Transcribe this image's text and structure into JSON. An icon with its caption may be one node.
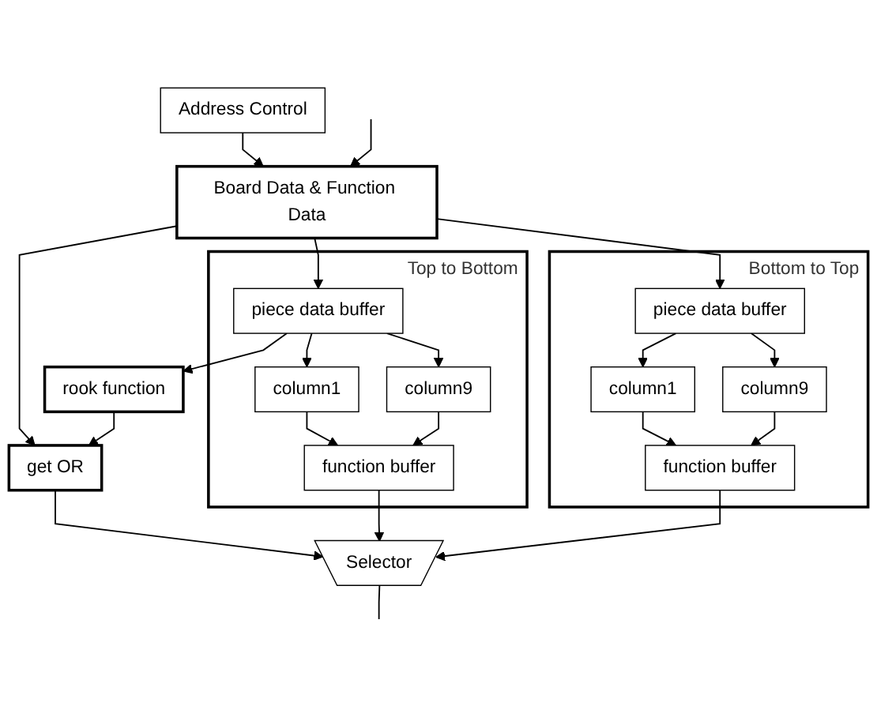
{
  "diagram": {
    "nodes": [
      {
        "text": [
          "Address Control"
        ]
      },
      {
        "text": [
          "Board Data & Function Data"
        ]
      },
      {
        "text": [
          "get OR"
        ]
      },
      {
        "text": [
          "rook function"
        ]
      },
      {
        "text": [
          "Top to Bottom"
        ]
      },
      {
        "text": [
          "piece data buffer"
        ],
        "in": 4
      },
      {
        "text": [
          "column1"
        ],
        "in": 4
      },
      {
        "text": [
          "column9"
        ],
        "in": 4
      },
      {
        "text": [
          "function buffer"
        ],
        "in": 4
      },
      {
        "text": [
          "Bottom to Top"
        ]
      },
      {
        "text": [
          "piece data buffer"
        ],
        "in": 9
      },
      {
        "text": [
          "column1"
        ],
        "in": 9
      },
      {
        "text": [
          "column9"
        ],
        "in": 9
      },
      {
        "text": [
          "function buffer"
        ],
        "in": 9
      },
      {
        "text": [
          "Selector"
        ]
      }
    ],
    "edges": [
      {
        "from": 0,
        "to": 1,
        "arrow": "to"
      },
      {
        "from": null,
        "to": 1,
        "arrow": "to"
      },
      {
        "from": 1,
        "to": 2,
        "arrow": "to"
      },
      {
        "from": 1,
        "to": 5,
        "arrow": "to"
      },
      {
        "from": 1,
        "to": 10,
        "arrow": "to"
      },
      {
        "from": 5,
        "to": 3,
        "arrow": "to"
      },
      {
        "from": 3,
        "to": 2,
        "arrow": "to"
      },
      {
        "from": 5,
        "to": 6,
        "arrow": "to"
      },
      {
        "from": 5,
        "to": 7,
        "arrow": "to"
      },
      {
        "from": 6,
        "to": 8,
        "arrow": "to"
      },
      {
        "from": 7,
        "to": 8,
        "arrow": "to"
      },
      {
        "from": 10,
        "to": 11,
        "arrow": "to"
      },
      {
        "from": 10,
        "to": 12,
        "arrow": "to"
      },
      {
        "from": 11,
        "to": 13,
        "arrow": "to"
      },
      {
        "from": 12,
        "to": 13,
        "arrow": "to"
      },
      {
        "from": 2,
        "to": 14,
        "arrow": "to"
      },
      {
        "from": 8,
        "to": 14,
        "arrow": "to"
      },
      {
        "from": 13,
        "to": 14,
        "arrow": "to"
      },
      {
        "from": 14,
        "to": null,
        "arrow": "none"
      }
    ]
  }
}
